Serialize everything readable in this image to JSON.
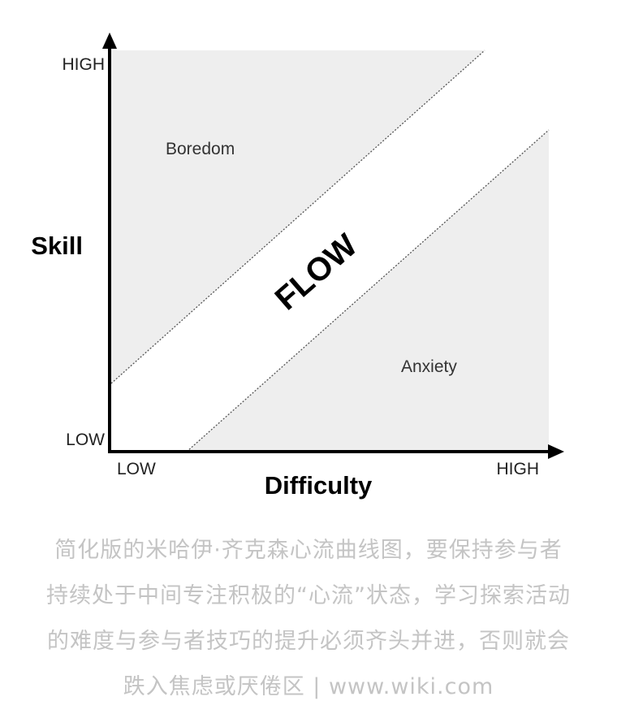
{
  "diagram": {
    "y_axis": {
      "label": "Skill",
      "high": "HIGH",
      "low": "LOW"
    },
    "x_axis": {
      "label": "Difficulty",
      "low": "LOW",
      "high": "HIGH"
    },
    "regions": {
      "upper": "Boredom",
      "middle": "FLOW",
      "lower": "Anxiety"
    },
    "colors": {
      "region_fill": "#eeeeee",
      "axis": "#000000",
      "boundary": "#555555"
    }
  },
  "caption": {
    "lines": [
      "简化版的米哈伊·齐克森心流曲线图，要保持参与者",
      "持续处于中间专注积极的“心流”状态，学习探索活动",
      "的难度与参与者技巧的提升必须齐头并进，否则就会",
      "跌入焦虑或厌倦区 | www.wiki.com"
    ]
  }
}
